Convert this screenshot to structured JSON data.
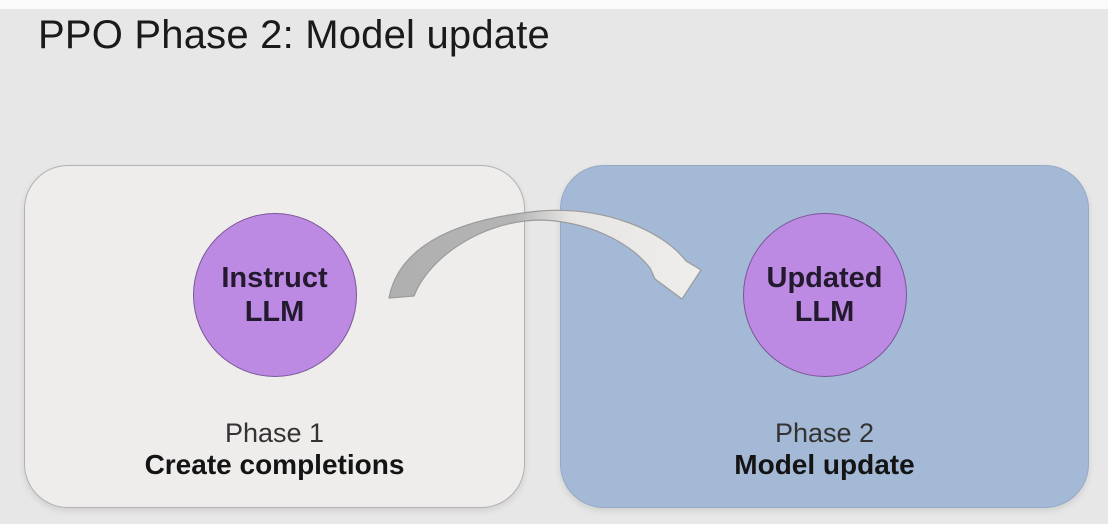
{
  "title": "PPO Phase 2: Model update",
  "colors": {
    "background": "#e8e7e7",
    "top_strip": "#fafafa",
    "phase1_box_fill": "#eeedec",
    "phase2_box_fill": "#a4b9d6",
    "circle_fill": "#bd8ae3",
    "arrow_start": "#b0afaf",
    "arrow_mid_dark": "#b5b4b4",
    "arrow_mid_light": "#e6e5e3",
    "arrow_end": "#efeeec"
  },
  "phase1": {
    "circle_line1": "Instruct",
    "circle_line2": "LLM",
    "label": "Phase 1",
    "sublabel": "Create completions"
  },
  "phase2": {
    "circle_line1": "Updated",
    "circle_line2": "LLM",
    "label": "Phase 2",
    "sublabel": "Model update"
  }
}
